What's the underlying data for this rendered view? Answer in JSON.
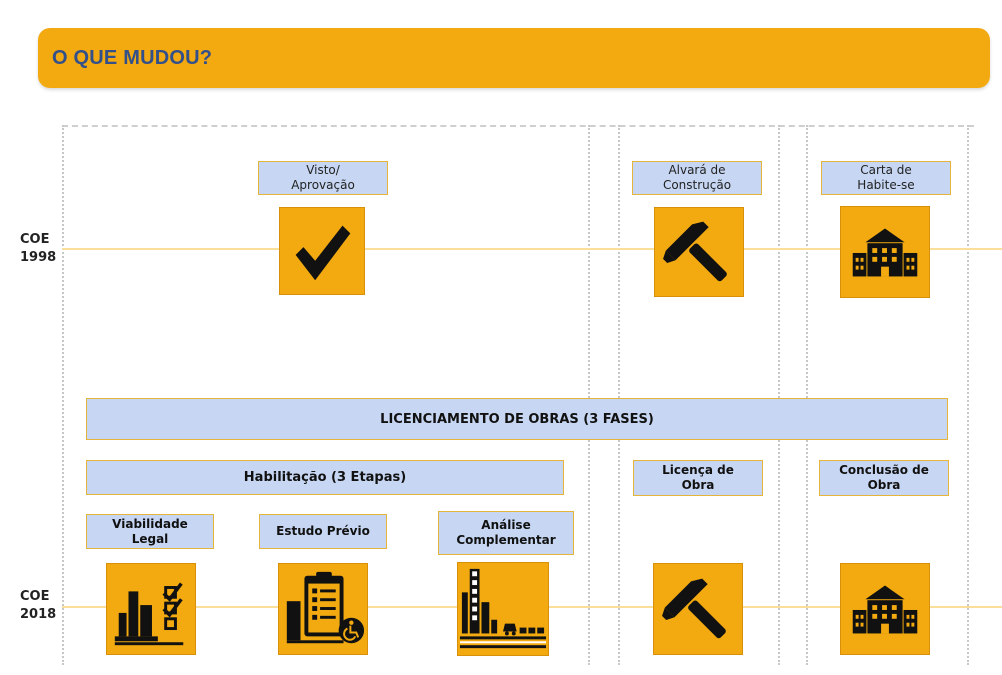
{
  "header": {
    "title": "O QUE MUDOU?"
  },
  "timeline_1998": {
    "label_line1": "COE",
    "label_line2": "1998"
  },
  "timeline_2018": {
    "label_line1": "COE",
    "label_line2": "2018"
  },
  "coe_1998": {
    "step1": {
      "line1": "Visto/",
      "line2": "Aprovação",
      "icon": "checkmark-icon"
    },
    "step2": {
      "line1": "Alvará de",
      "line2": "Construção",
      "icon": "hammer-icon"
    },
    "step3": {
      "line1": "Carta de",
      "line2": "Habite-se",
      "icon": "building-icon"
    }
  },
  "coe_2018": {
    "banner": "LICENCIAMENTO DE OBRAS (3 FASES)",
    "habilitacao": "Habilitação (3 Etapas)",
    "licenca": {
      "line1": "Licença de",
      "line2": "Obra",
      "icon": "hammer-icon"
    },
    "conclusao": {
      "line1": "Conclusão de",
      "line2": "Obra",
      "icon": "building-icon"
    },
    "stages": [
      {
        "line1": "Viabilidade",
        "line2": "Legal",
        "icon": "buildings-checklist-icon"
      },
      {
        "line1": "Estudo Prévio",
        "line2": "",
        "icon": "clipboard-accessibility-icon"
      },
      {
        "line1": "Análise",
        "line2": "Complementar",
        "icon": "building-street-icon"
      }
    ]
  },
  "colors": {
    "accent": "#F2AA10",
    "label_fill": "#C7D7F3",
    "title": "#33508A",
    "timeline": "#F9DF9A"
  }
}
